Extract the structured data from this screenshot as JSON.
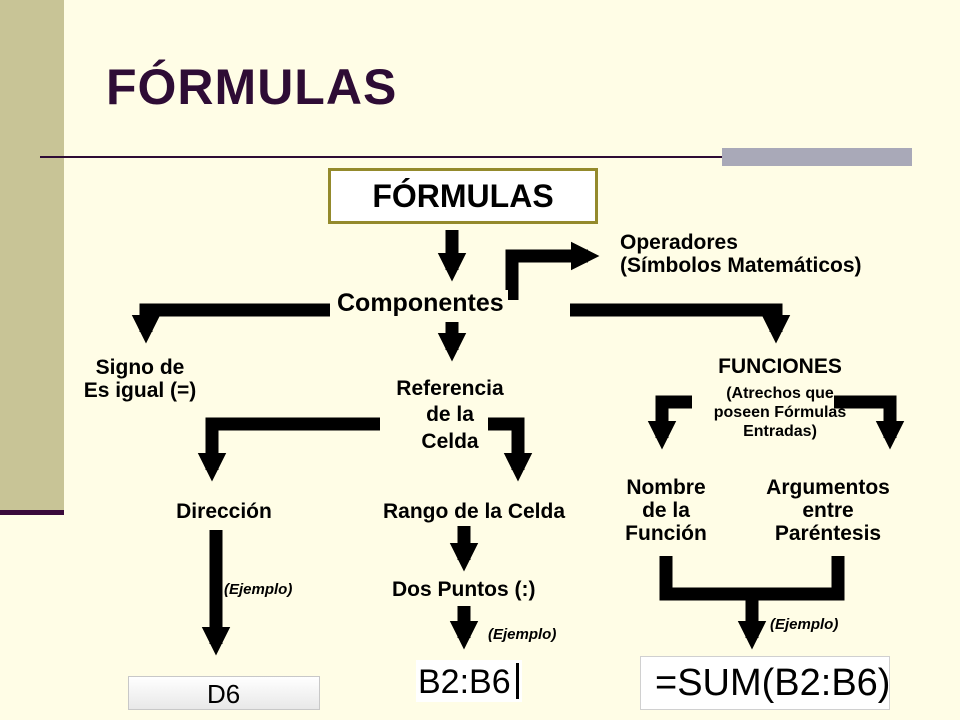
{
  "slide": {
    "title": "FÓRMULAS"
  },
  "diagram": {
    "root": "FÓRMULAS",
    "componentes": "Componentes",
    "operadores_1": "Operadores",
    "operadores_2": "(Símbolos Matemáticos)",
    "signo_1": "Signo de",
    "signo_2": "Es igual (=)",
    "referencia_1": "Referencia",
    "referencia_2": "de la",
    "referencia_3": "Celda",
    "funciones": "FUNCIONES",
    "funciones_desc_1": "(Atrechos que",
    "funciones_desc_2": "poseen Fórmulas",
    "funciones_desc_3": "Entradas)",
    "direccion": "Dirección",
    "rango": "Rango de la Celda",
    "nombre_1": "Nombre",
    "nombre_2": "de la",
    "nombre_3": "Función",
    "argumentos_1": "Argumentos",
    "argumentos_2": "entre",
    "argumentos_3": "Paréntesis",
    "dos_puntos": "Dos Puntos (:)",
    "ejemplo_1": "(Ejemplo)",
    "ejemplo_2": "(Ejemplo)",
    "ejemplo_3": "(Ejemplo)"
  },
  "examples": {
    "cell": "D6",
    "range": "B2:B6",
    "formula": "=SUM(B2:B6)"
  }
}
